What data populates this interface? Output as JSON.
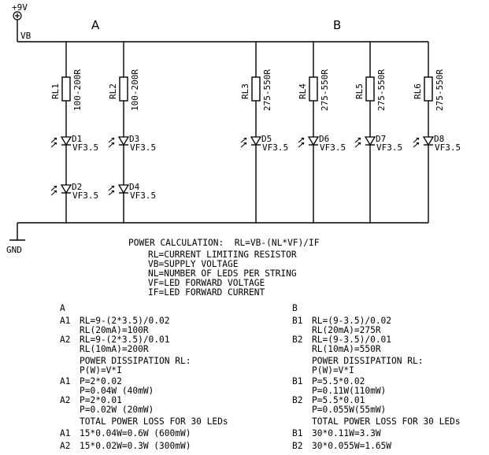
{
  "schematic": {
    "supply_label": "+9V",
    "rail_label": "VB",
    "ground_label": "GND",
    "group_a_label": "A",
    "group_b_label": "B",
    "resistors": [
      {
        "ref": "RL1",
        "value": "100-200R"
      },
      {
        "ref": "RL2",
        "value": "100-200R"
      },
      {
        "ref": "RL3",
        "value": "275-550R"
      },
      {
        "ref": "RL4",
        "value": "275-550R"
      },
      {
        "ref": "RL5",
        "value": "275-550R"
      },
      {
        "ref": "RL6",
        "value": "275-550R"
      }
    ],
    "leds": [
      {
        "ref": "D1",
        "vf": "VF3.5"
      },
      {
        "ref": "D3",
        "vf": "VF3.5"
      },
      {
        "ref": "D5",
        "vf": "VF3.5"
      },
      {
        "ref": "D6",
        "vf": "VF3.5"
      },
      {
        "ref": "D7",
        "vf": "VF3.5"
      },
      {
        "ref": "D8",
        "vf": "VF3.5"
      },
      {
        "ref": "D2",
        "vf": "VF3.5"
      },
      {
        "ref": "D4",
        "vf": "VF3.5"
      }
    ]
  },
  "notes": {
    "formula": "POWER CALCULATION:  RL=VB-(NL*VF)/IF",
    "definitions": [
      "RL=CURRENT LIMITING RESISTOR",
      "VB=SUPPLY VOLTAGE",
      "NL=NUMBER OF LEDS PER STRING",
      "VF=LED FORWARD VOLTAGE",
      "IF=LED FORWARD CURRENT"
    ]
  },
  "calc_a": {
    "heading": "A",
    "lines": [
      {
        "tag": "A1",
        "text": "RL=9-(2*3.5)/0.02"
      },
      {
        "tag": "",
        "text": "RL(20mA)=100R"
      },
      {
        "tag": "A2",
        "text": "RL=9-(2*3.5)/0.01"
      },
      {
        "tag": "",
        "text": "RL(10mA)=200R"
      },
      {
        "tag": "",
        "text": "POWER DISSIPATION RL:"
      },
      {
        "tag": "",
        "text": "P(W)=V*I"
      },
      {
        "tag": "A1",
        "text": "P=2*0.02"
      },
      {
        "tag": "",
        "text": "P=0.04W (40mW)"
      },
      {
        "tag": "A2",
        "text": "P=2*0.01"
      },
      {
        "tag": "",
        "text": "P=0.02W (20mW)"
      },
      {
        "tag": "",
        "text": "TOTAL POWER LOSS FOR 30 LEDs"
      },
      {
        "tag": "A1",
        "text": "15*0.04W=0.6W (600mW)"
      },
      {
        "tag": "A2",
        "text": "15*0.02W=0.3W (300mW)"
      }
    ]
  },
  "calc_b": {
    "heading": "B",
    "lines": [
      {
        "tag": "B1",
        "text": "RL=(9-3.5)/0.02"
      },
      {
        "tag": "",
        "text": "RL(20mA)=275R"
      },
      {
        "tag": "B2",
        "text": "RL=(9-3.5)/0.01"
      },
      {
        "tag": "",
        "text": "RL(10mA)=550R"
      },
      {
        "tag": "",
        "text": "POWER DISSIPATION RL:"
      },
      {
        "tag": "",
        "text": "P(W)=V*I"
      },
      {
        "tag": "B1",
        "text": "P=5.5*0.02"
      },
      {
        "tag": "",
        "text": "P=0.11W(110mW)"
      },
      {
        "tag": "B2",
        "text": "P=5.5*0.01"
      },
      {
        "tag": "",
        "text": "P=0.055W(55mW)"
      },
      {
        "tag": "",
        "text": "TOTAL POWER LOSS FOR 30 LEDs"
      },
      {
        "tag": "B1",
        "text": "30*0.11W=3.3W"
      },
      {
        "tag": "B2",
        "text": "30*0.055W=1.65W"
      }
    ]
  }
}
